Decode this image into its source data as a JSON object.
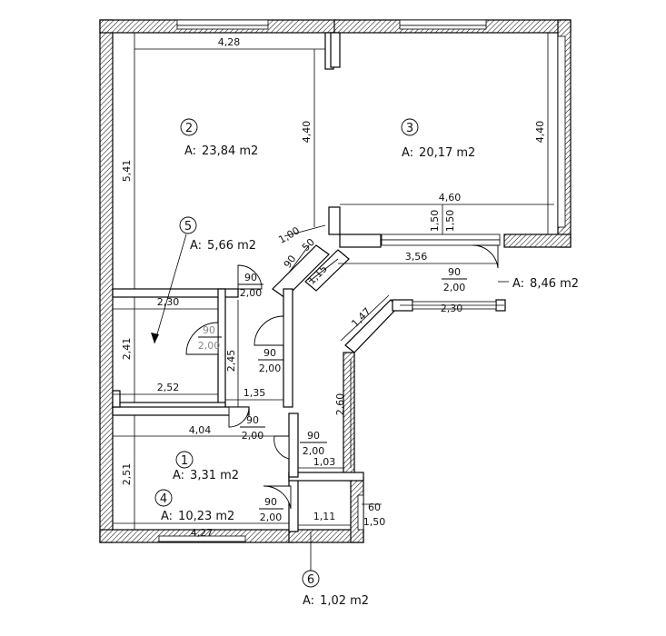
{
  "rooms": [
    {
      "id": "1",
      "area_label": "A:",
      "area_value": "3,31 m2"
    },
    {
      "id": "2",
      "area_label": "A:",
      "area_value": "23,84 m2"
    },
    {
      "id": "3",
      "area_label": "A:",
      "area_value": "20,17 m2"
    },
    {
      "id": "4",
      "area_label": "A:",
      "area_value": "10,23 m2"
    },
    {
      "id": "5",
      "area_label": "A:",
      "area_value": "5,66 m2"
    },
    {
      "id": "6",
      "area_label": "A:",
      "area_value": "1,02 m2"
    }
  ],
  "hall_area": {
    "area_label": "A:",
    "area_value": "8,46 m2"
  },
  "dimensions": {
    "room2_width": "4,28",
    "room2_height": "5,41",
    "room2_inner_height": "4,40",
    "room3_height": "4,40",
    "room3_width": "4,60",
    "room3_ledge_left": "1,50",
    "room3_ledge_right": "1,50",
    "diag_100": "1,00",
    "diag_50": "50",
    "diag_90": "90",
    "diag_115": "1,15",
    "hall_356": "3,56",
    "hall_147": "1,47",
    "hall_230": "2,30",
    "hall_260": "2,60",
    "room5_top": "2,30",
    "room5_height": "2,41",
    "room5_bottom": "2,52",
    "corridor_height": "2,45",
    "corridor_width": "1,35",
    "room4_width_top": "4,04",
    "room4_height": "2,51",
    "room4_width_bottom": "4,27",
    "wc_width": "1,11",
    "bath_103": "1,03",
    "window_60": "60",
    "window_150": "1,50"
  },
  "doors": [
    {
      "id": "door-room2",
      "width": "90",
      "height": "2,00"
    },
    {
      "id": "door-room5",
      "width": "90",
      "height": "2,00"
    },
    {
      "id": "door-corridor",
      "width": "90",
      "height": "2,00"
    },
    {
      "id": "door-entrance",
      "width": "90",
      "height": "2,00"
    },
    {
      "id": "door-room4",
      "width": "90",
      "height": "2,00"
    },
    {
      "id": "door-bath",
      "width": "90",
      "height": "2,00"
    },
    {
      "id": "door-wc",
      "width": "90",
      "height": "2,00"
    }
  ]
}
